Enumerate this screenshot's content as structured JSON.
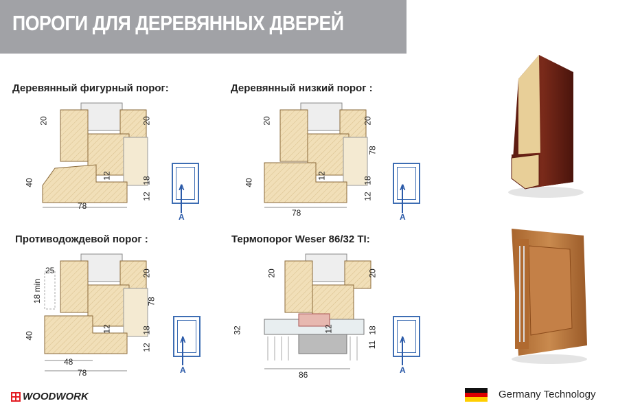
{
  "header": {
    "title": "ПОРОГИ ДЛЯ ДЕРЕВЯННЫХ ДВЕРЕЙ"
  },
  "panels": [
    {
      "title": "Деревянный фигурный порог:",
      "dims": [
        "20",
        "20",
        "40",
        "12",
        "18",
        "12",
        "78"
      ],
      "section": [
        "A",
        "A"
      ]
    },
    {
      "title": "Деревянный низкий порог :",
      "dims": [
        "20",
        "20",
        "78",
        "40",
        "12",
        "18",
        "12",
        "78"
      ],
      "section": [
        "A",
        "A"
      ]
    },
    {
      "title": "Противодождевой порог :",
      "dims": [
        "25",
        "18 min",
        "20",
        "78",
        "40",
        "12",
        "18",
        "12",
        "48",
        "78"
      ],
      "section": [
        "A",
        "A"
      ]
    },
    {
      "title": "Термопорог  Weser 86/32 TI:",
      "dims": [
        "20",
        "20",
        "12",
        "32",
        "18",
        "11",
        "86"
      ],
      "section": [
        "A",
        "A"
      ]
    }
  ],
  "footer": {
    "brand": "WOODWORK",
    "tagline": "Germany Technology"
  },
  "colors": {
    "banner": "#a1a2a6",
    "wood": "#f1dfb8",
    "section": "#3d6db3",
    "brand": "#e31e24"
  }
}
